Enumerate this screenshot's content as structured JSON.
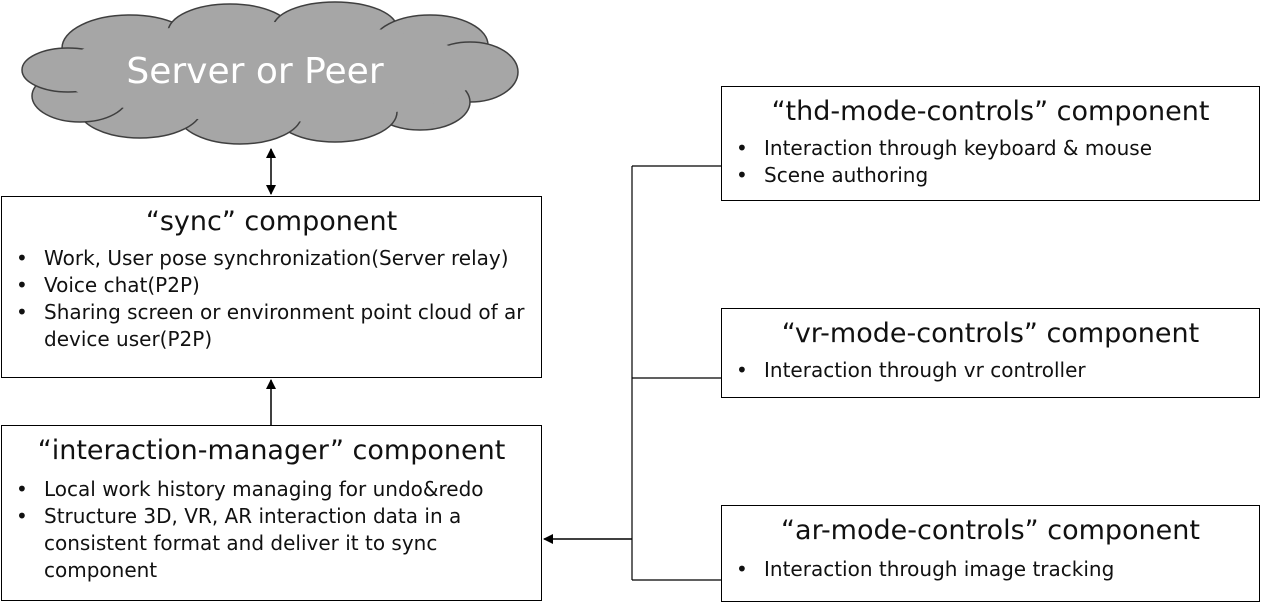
{
  "cloud": {
    "label": "Server or Peer"
  },
  "sync": {
    "title": "“sync” component",
    "items": [
      "Work, User pose synchronization(Server relay)",
      "Voice chat(P2P)",
      "Sharing screen or environment point cloud of ar device user(P2P)"
    ]
  },
  "interaction_manager": {
    "title": "“interaction-manager” component",
    "items": [
      "Local work history managing for undo&redo",
      "Structure 3D, VR, AR interaction data in a consistent format and deliver it to sync component"
    ]
  },
  "thd": {
    "title": "“thd-mode-controls” component",
    "items": [
      "Interaction through keyboard & mouse",
      "Scene authoring"
    ]
  },
  "vr": {
    "title": "“vr-mode-controls” component",
    "items": [
      "Interaction through vr controller"
    ]
  },
  "ar": {
    "title": "“ar-mode-controls” component",
    "items": [
      "Interaction through image tracking"
    ]
  },
  "colors": {
    "cloud_fill": "#a6a6a6",
    "cloud_stroke": "#3f3f3f",
    "line": "#000000"
  }
}
